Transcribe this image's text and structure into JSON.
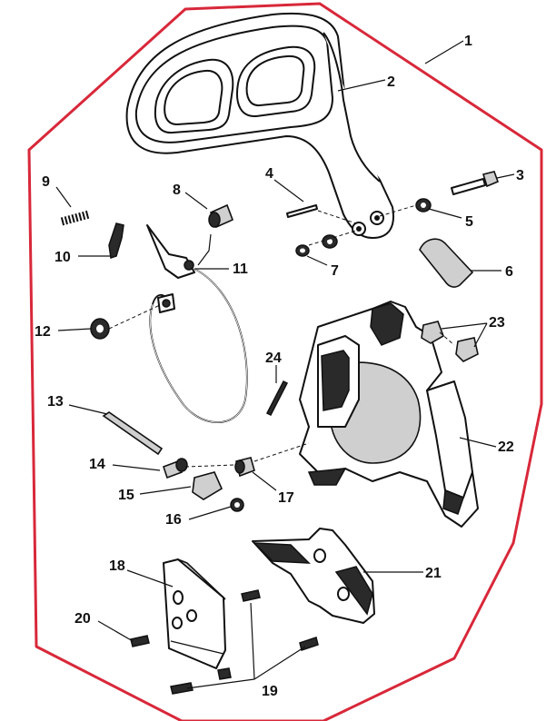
{
  "diagram": {
    "boundary_color": "#d8283a",
    "labels": {
      "p1": "1",
      "p2": "2",
      "p3": "3",
      "p4": "4",
      "p5": "5",
      "p6": "6",
      "p7": "7",
      "p8": "8",
      "p9": "9",
      "p10": "10",
      "p11": "11",
      "p12": "12",
      "p13": "13",
      "p14": "14",
      "p15": "15",
      "p16": "16",
      "p17": "17",
      "p18": "18",
      "p19": "19",
      "p20": "20",
      "p21": "21",
      "p22": "22",
      "p23": "23",
      "p24": "24"
    }
  }
}
